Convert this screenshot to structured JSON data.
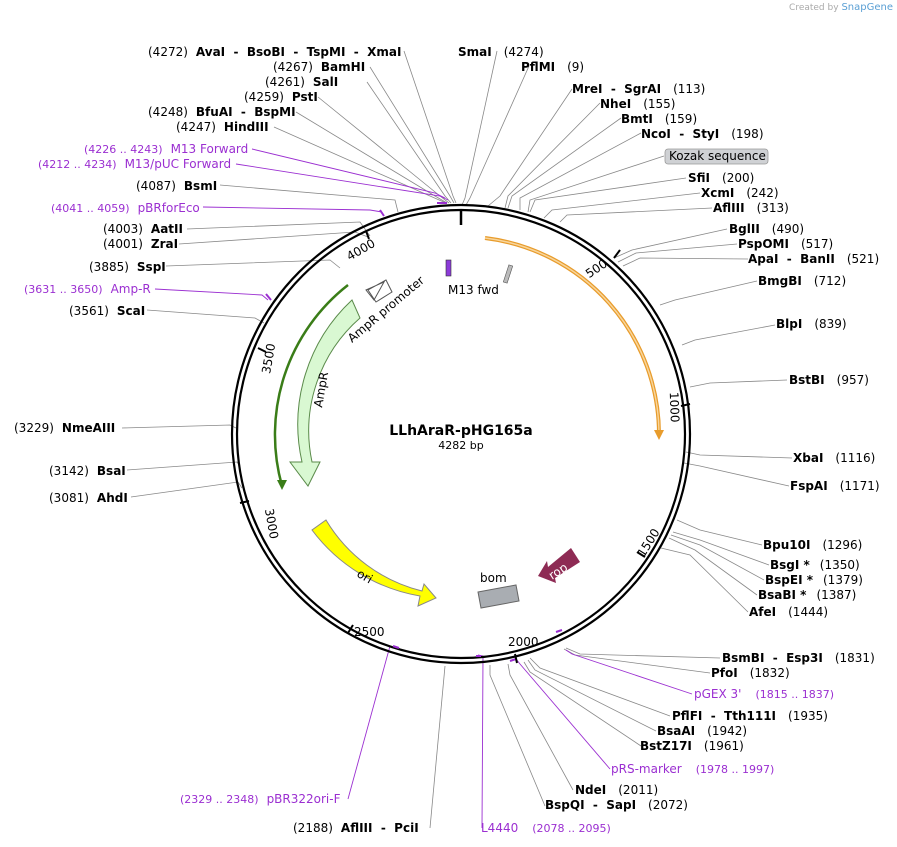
{
  "credit": {
    "prefix": "Created by",
    "brand": "SnapGene"
  },
  "plasmid": {
    "name": "LLhAraR-pHG165a",
    "size_label": "4282 bp",
    "length": 4282
  },
  "ticks": [
    "500",
    "1000",
    "1500",
    "2000",
    "2500",
    "3000",
    "3500",
    "4000"
  ],
  "features": [
    {
      "name": "AmpR promoter",
      "start": 3742,
      "end": 3846,
      "color": "#d9f8d2",
      "strand": -1
    },
    {
      "name": "AmpR",
      "start": 2881,
      "end": 3741,
      "color": "#d9f8d2",
      "strand": -1
    },
    {
      "name": "ori",
      "start": 2276,
      "end": 2864,
      "color": "#ffff00",
      "strand": -1
    },
    {
      "name": "bom",
      "start": 1938,
      "end": 2078,
      "color": "#a9adb2",
      "strand": 0
    },
    {
      "name": "rop",
      "start": 1505,
      "end": 1695,
      "color": "#9b2e5a",
      "strand": -1
    },
    {
      "name": "M13 fwd",
      "start": 4220,
      "end": 4236,
      "color": "#8c3bd9",
      "strand": 1
    }
  ],
  "enzymes": [
    {
      "name": "AvaI  -  BsoBI  -  TspMI  -  XmaI",
      "pos": "(4272)"
    },
    {
      "name": "BamHI",
      "pos": "(4267)"
    },
    {
      "name": "SalI",
      "pos": "(4261)"
    },
    {
      "name": "PstI",
      "pos": "(4259)"
    },
    {
      "name": "BfuAI  -  BspMI",
      "pos": "(4248)"
    },
    {
      "name": "HindIII",
      "pos": "(4247)"
    },
    {
      "name": "BsmI",
      "pos": "(4087)"
    },
    {
      "name": "AatII",
      "pos": "(4003)"
    },
    {
      "name": "ZraI",
      "pos": "(4001)"
    },
    {
      "name": "SspI",
      "pos": "(3885)"
    },
    {
      "name": "ScaI",
      "pos": "(3561)"
    },
    {
      "name": "NmeAIII",
      "pos": "(3229)"
    },
    {
      "name": "BsaI",
      "pos": "(3142)"
    },
    {
      "name": "AhdI",
      "pos": "(3081)"
    },
    {
      "name": "AflIII  -  PciI",
      "pos": "(2188)"
    },
    {
      "name": "SmaI",
      "pos": "(4274)"
    },
    {
      "name": "PflMI",
      "pos": "(9)"
    },
    {
      "name": "MreI  -  SgrAI",
      "pos": "(113)"
    },
    {
      "name": "NheI",
      "pos": "(155)"
    },
    {
      "name": "BmtI",
      "pos": "(159)"
    },
    {
      "name": "NcoI  -  StyI",
      "pos": "(198)"
    },
    {
      "name": "SfiI",
      "pos": "(200)"
    },
    {
      "name": "XcmI",
      "pos": "(242)"
    },
    {
      "name": "AflIII",
      "pos": "(313)"
    },
    {
      "name": "BglII",
      "pos": "(490)"
    },
    {
      "name": "PspOMI",
      "pos": "(517)"
    },
    {
      "name": "ApaI  -  BanII",
      "pos": "(521)"
    },
    {
      "name": "BmgBI",
      "pos": "(712)"
    },
    {
      "name": "BlpI",
      "pos": "(839)"
    },
    {
      "name": "BstBI",
      "pos": "(957)"
    },
    {
      "name": "XbaI",
      "pos": "(1116)"
    },
    {
      "name": "FspAI",
      "pos": "(1171)"
    },
    {
      "name": "Bpu10I",
      "pos": "(1296)"
    },
    {
      "name": "BsgI *",
      "pos": "(1350)"
    },
    {
      "name": "BspEI *",
      "pos": "(1379)"
    },
    {
      "name": "BsaBI *",
      "pos": "(1387)"
    },
    {
      "name": "AfeI",
      "pos": "(1444)"
    },
    {
      "name": "BsmBI  -  Esp3I",
      "pos": "(1831)"
    },
    {
      "name": "PfoI",
      "pos": "(1832)"
    },
    {
      "name": "PflFI  -  Tth111I",
      "pos": "(1935)"
    },
    {
      "name": "BsaAI",
      "pos": "(1942)"
    },
    {
      "name": "BstZ17I",
      "pos": "(1961)"
    },
    {
      "name": "NdeI",
      "pos": "(2011)"
    },
    {
      "name": "BspQI  -  SapI",
      "pos": "(2072)"
    }
  ],
  "primers": [
    {
      "name": "M13 Forward",
      "pos": "(4226 .. 4243)"
    },
    {
      "name": "M13/pUC Forward",
      "pos": "(4212 .. 4234)"
    },
    {
      "name": "pBRforEco",
      "pos": "(4041 .. 4059)"
    },
    {
      "name": "Amp-R",
      "pos": "(3631 .. 3650)"
    },
    {
      "name": "pBR322ori-F",
      "pos": "(2329 .. 2348)"
    },
    {
      "name": "L4440",
      "pos": "(2078 .. 2095)"
    },
    {
      "name": "pRS-marker",
      "pos": "(1978 .. 1997)"
    },
    {
      "name": "pGEX 3'",
      "pos": "(1815 .. 1837)"
    }
  ],
  "misc": {
    "kozak": "Kozak sequence"
  },
  "colors": {
    "primer": "#9b2fd1",
    "backbone": "#000000",
    "orf": "#f0c080"
  }
}
